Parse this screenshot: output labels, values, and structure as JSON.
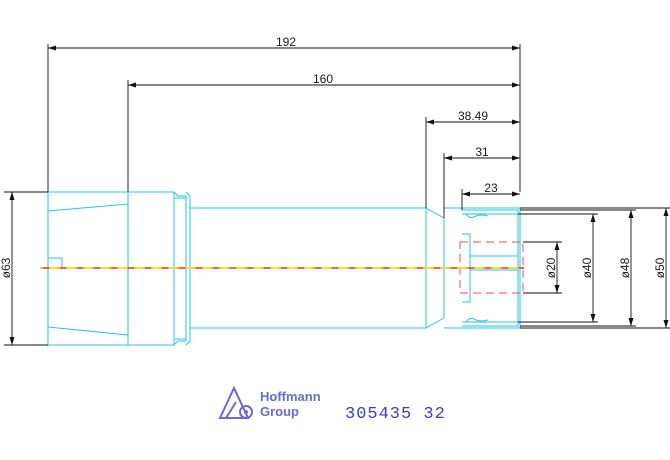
{
  "dimensions": {
    "overall_length": "192",
    "body_length": "160",
    "collet_length": "38.49",
    "nut_length": "31",
    "inner_length": "23",
    "shank_diameter": "ø63",
    "bore_diameter": "ø20",
    "nut_inner_diameter": "ø40",
    "nut_mid_diameter": "ø48",
    "nut_outer_diameter": "ø50"
  },
  "logo": {
    "line1": "Hoffmann",
    "line2": "Group"
  },
  "part_number": "305435 32",
  "colors": {
    "geometry": "#22c7e6",
    "dimension": "#111111",
    "centerline": "#ff2a00",
    "logo": "#6a6ad8"
  }
}
